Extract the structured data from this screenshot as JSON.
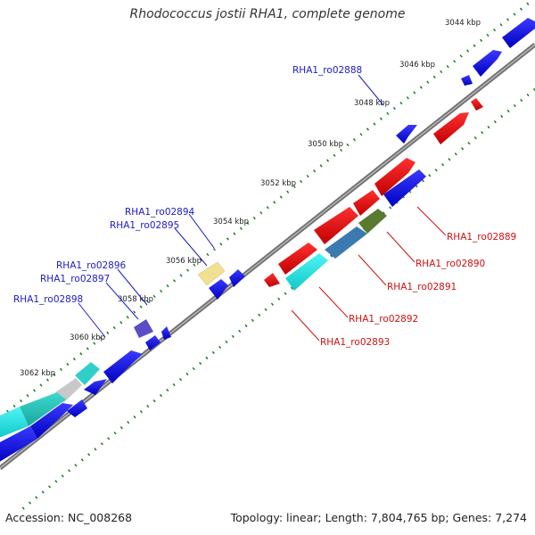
{
  "title": "Rhodococcus jostii RHA1, complete genome",
  "footer": {
    "accession": "Accession: NC_008268",
    "summary": "Topology: linear; Length: 7,804,765 bp; Genes: 7,274"
  },
  "colors": {
    "forward_label": "#1a1ac8",
    "reverse_label": "#d01010",
    "backbone": "#777777",
    "ruler": "#1a7a1a"
  },
  "ruler": [
    "3044 kbp",
    "3046 kbp",
    "3048 kbp",
    "3050 kbp",
    "3052 kbp",
    "3054 kbp",
    "3056 kbp",
    "3058 kbp",
    "3060 kbp",
    "3062 kbp"
  ],
  "forward_labels": [
    "RHA1_ro02888",
    "RHA1_ro02894",
    "RHA1_ro02895",
    "RHA1_ro02896",
    "RHA1_ro02897",
    "RHA1_ro02898"
  ],
  "reverse_labels": [
    "RHA1_ro02889",
    "RHA1_ro02890",
    "RHA1_ro02891",
    "RHA1_ro02892",
    "RHA1_ro02893"
  ]
}
